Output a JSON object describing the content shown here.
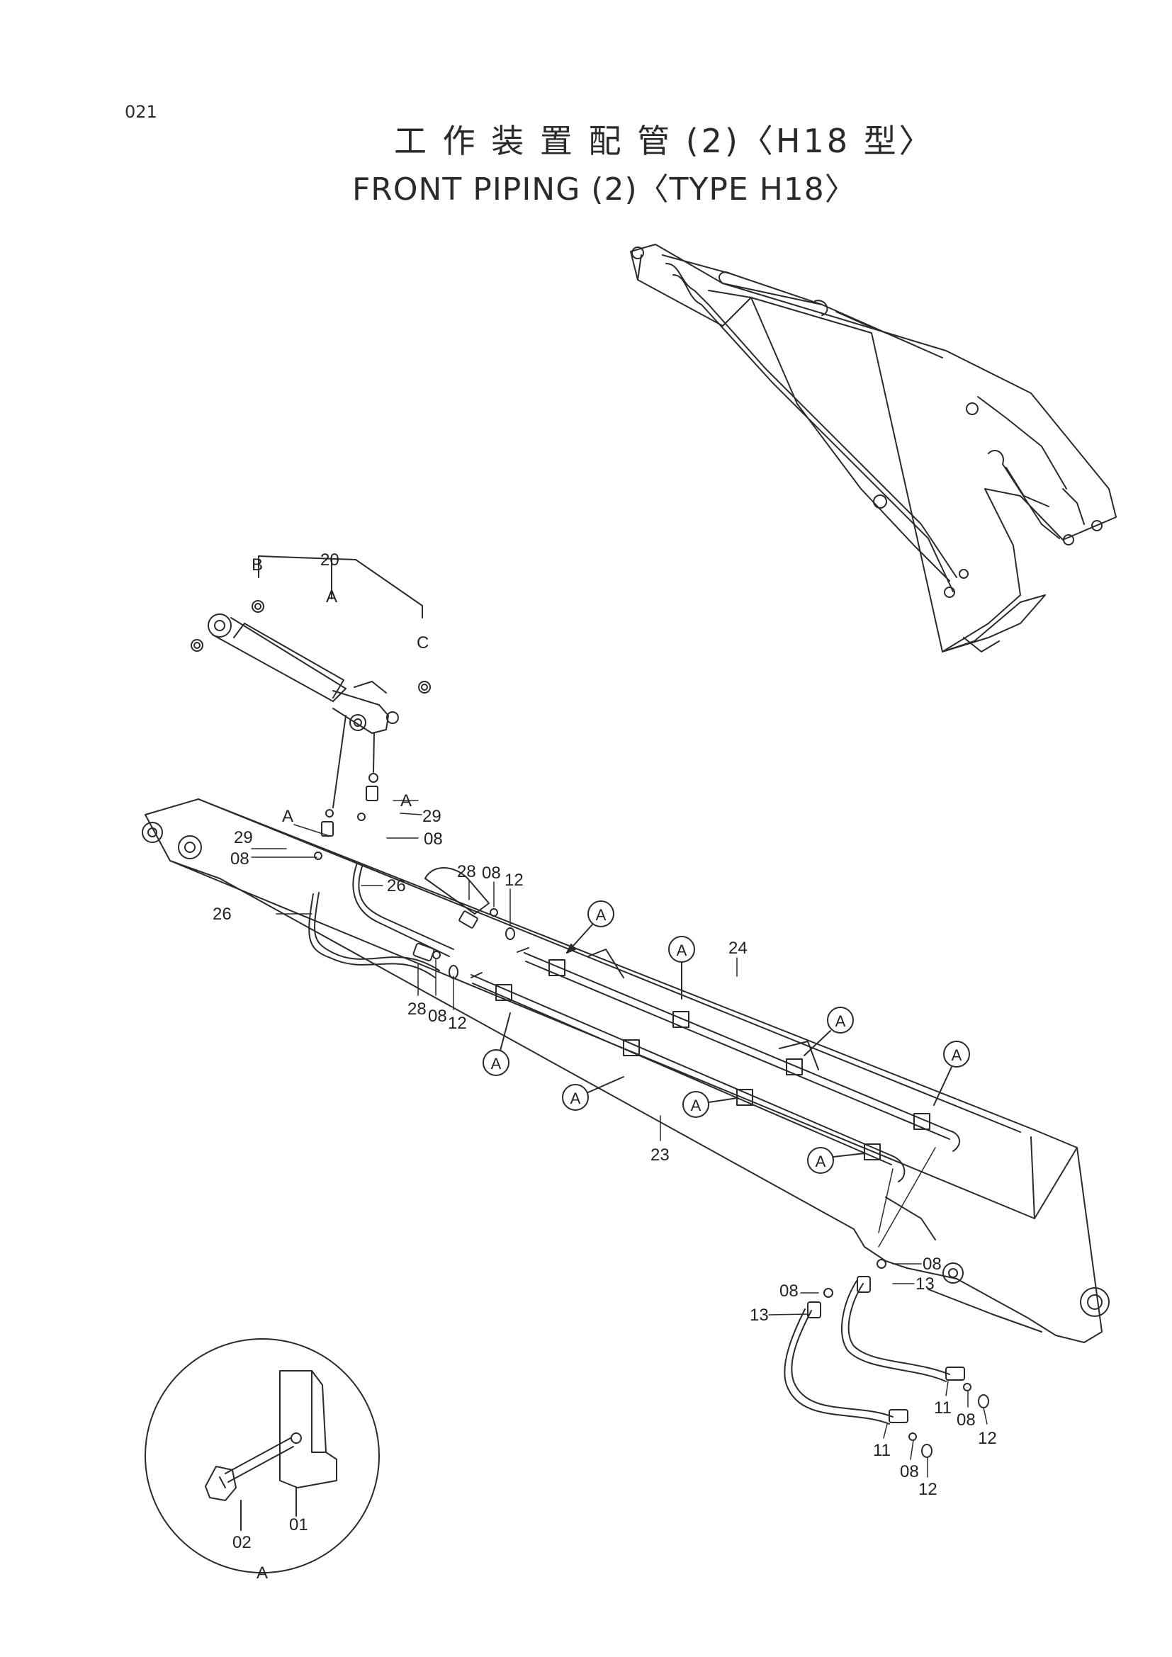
{
  "page_number": "021",
  "title_cn": "工 作 装 置 配 管 (2)〈H18 型〉",
  "title_en": "FRONT   PIPING (2)〈TYPE   H18〉",
  "callouts": {
    "c20": "20",
    "cA1": "A",
    "cB": "B",
    "cC": "C",
    "cA2": "A",
    "c29a": "29",
    "c08a": "08",
    "cA3": "A",
    "c29b": "29",
    "c08b": "08",
    "c26a": "26",
    "c26b": "26",
    "c28a": "28",
    "c08c": "08",
    "c12a": "12",
    "c28b": "28",
    "c08d": "08",
    "c12b": "12",
    "c24": "24",
    "c23": "23",
    "c08e": "08",
    "c08f": "08",
    "c13a": "13",
    "c13b": "13",
    "c11a": "11",
    "c08g": "08",
    "c12c": "12",
    "c11b": "11",
    "c08h": "08",
    "c12d": "12",
    "c02": "02",
    "c01": "01",
    "cDetailA": "A"
  },
  "clamp_marker": "A",
  "colors": {
    "line": "#2a2a2a",
    "paper": "#ffffff"
  }
}
